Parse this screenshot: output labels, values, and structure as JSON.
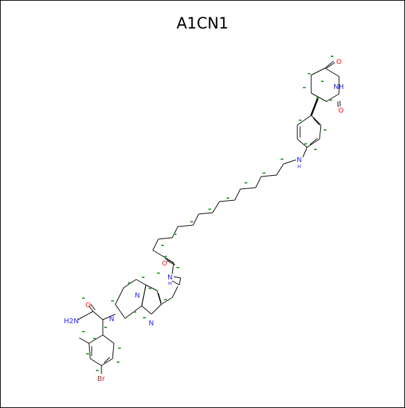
{
  "diagram": {
    "title": "A1CN1",
    "colors": {
      "bond": "#000000",
      "nitrogen": "#2020ff",
      "oxygen": "#ff0d0d",
      "bromine": "#a62929",
      "annotation": "#3da63d"
    },
    "atom_labels": {
      "o_top": "O",
      "nh_imide": "NH",
      "o_imide": "O",
      "nh_aniline": "N",
      "h_aniline": "H",
      "o_amide_mid": "O",
      "nh_amide_mid": "N",
      "h_amide_mid": "H",
      "n_ring_a": "N",
      "n_ring_b": "N",
      "n_ring_c": "N",
      "o_amide_left": "O",
      "nh2": "H2N",
      "br": "Br"
    }
  }
}
